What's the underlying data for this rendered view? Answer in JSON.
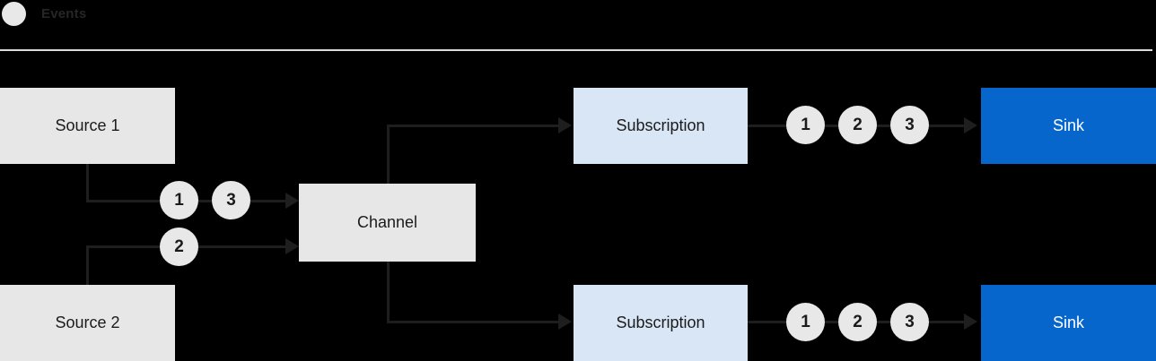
{
  "legend": {
    "label": "Events"
  },
  "colors": {
    "background": "#000000",
    "node_gray": "#e7e7e7",
    "node_light_blue": "#d8e6f6",
    "node_blue": "#0666cc",
    "edge": "#1e1e1e",
    "divider": "#dcdcdc",
    "text_dark": "#1b1b1b",
    "text_light": "#ffffff",
    "event_circle": "#e8e8e8"
  },
  "nodes": {
    "source1": {
      "label": "Source 1"
    },
    "source2": {
      "label": "Source 2"
    },
    "channel": {
      "label": "Channel"
    },
    "subscription1": {
      "label": "Subscription"
    },
    "subscription2": {
      "label": "Subscription"
    },
    "sink1": {
      "label": "Sink"
    },
    "sink2": {
      "label": "Sink"
    }
  },
  "markers": {
    "source1_to_channel": [
      "1",
      "3"
    ],
    "source2_to_channel": [
      "2"
    ],
    "subscription1_to_sink": [
      "1",
      "2",
      "3"
    ],
    "subscription2_to_sink": [
      "1",
      "2",
      "3"
    ]
  },
  "edges": [
    "source1-to-channel",
    "source2-to-channel",
    "channel-to-subscription1",
    "channel-to-subscription2",
    "subscription1-to-sink1",
    "subscription2-to-sink2"
  ]
}
